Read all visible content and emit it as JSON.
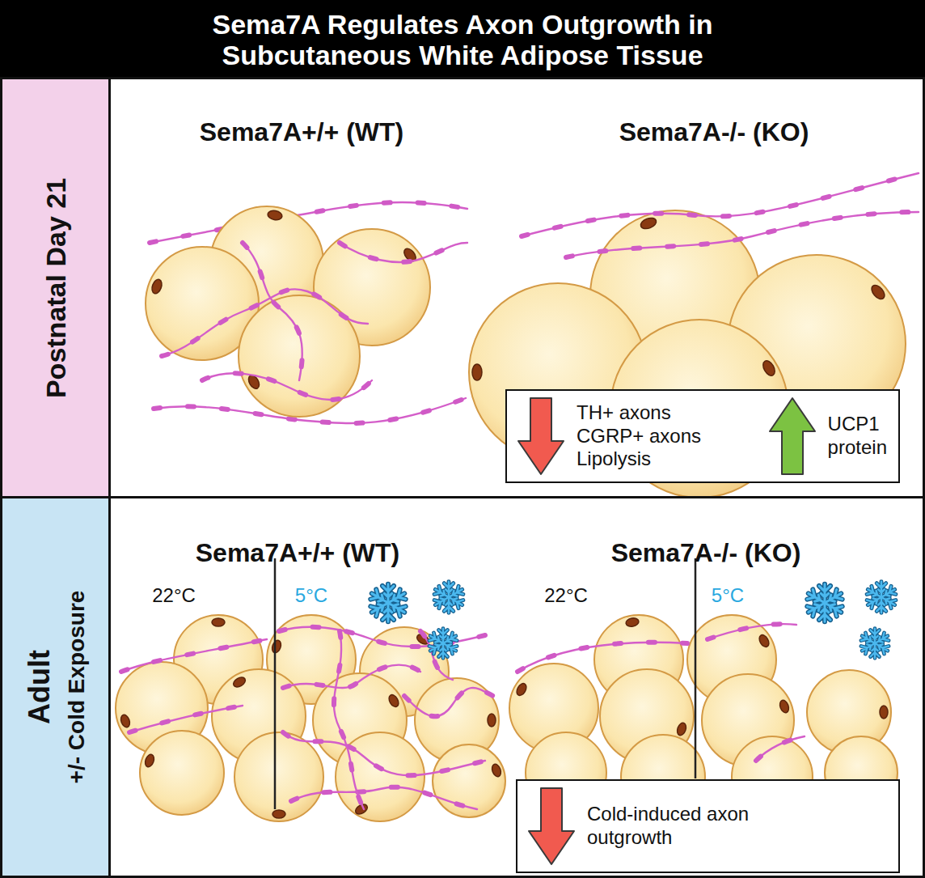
{
  "diagram": {
    "title": "Sema7A Regulates Axon Outgrowth in Subcutaneous White Adipose Tissue",
    "nodes": [
      {
        "text": [
          "Postnatal Day 21"
        ]
      },
      {
        "text": [
          "Sema7A+/+ (WT)",
          "Sema7A-/- (KO)"
        ]
      },
      {
        "text": [
          "TH+ axons",
          "CGRP+ axons",
          "Lipolysis",
          "UCP1 protein"
        ],
        "in": 1
      },
      {
        "text": [
          "Adult",
          "+/- Cold Exposure"
        ]
      },
      {
        "text": [
          "Sema7A+/+ (WT)",
          "Sema7A-/- (KO)"
        ]
      },
      {
        "text": [
          "Cold-induced axon outgrowth"
        ],
        "in": 4
      }
    ],
    "labels": [
      "22°C",
      "5°C",
      "22°C",
      "5°C"
    ]
  }
}
